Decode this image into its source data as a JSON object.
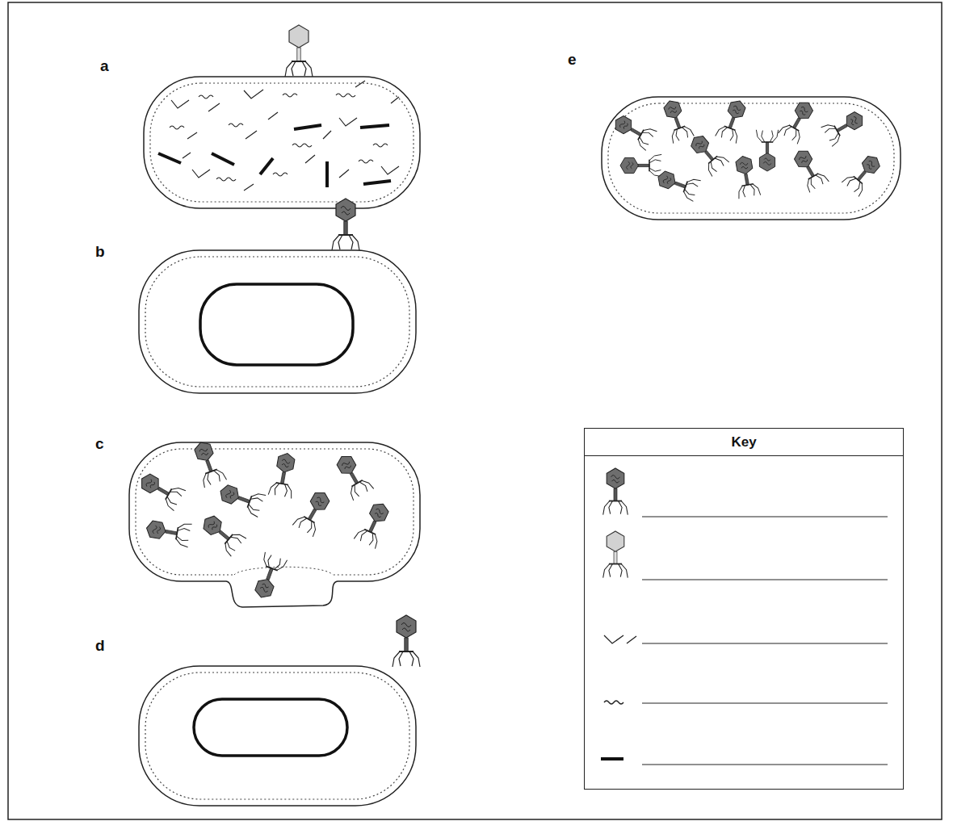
{
  "diagram": {
    "nodes": [
      {
        "text": [
          "Key"
        ]
      }
    ],
    "labels": [
      "a",
      "b",
      "c",
      "d",
      "e"
    ]
  }
}
